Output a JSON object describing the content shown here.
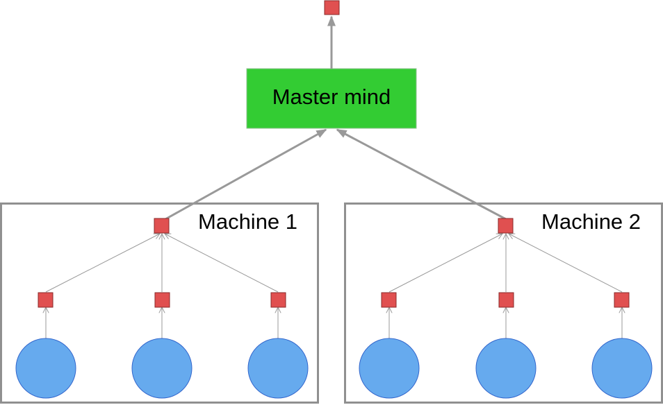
{
  "master": {
    "label": "Master mind",
    "fill": "#33cc33"
  },
  "machines": [
    {
      "label": "Machine 1"
    },
    {
      "label": "Machine 2"
    }
  ],
  "colors": {
    "node_square": "#e05050",
    "node_circle": "#66aaee",
    "circle_stroke": "#3366cc",
    "frame_stroke": "#909090",
    "thick_arrow": "#999999",
    "thin_arrow": "#999999"
  }
}
